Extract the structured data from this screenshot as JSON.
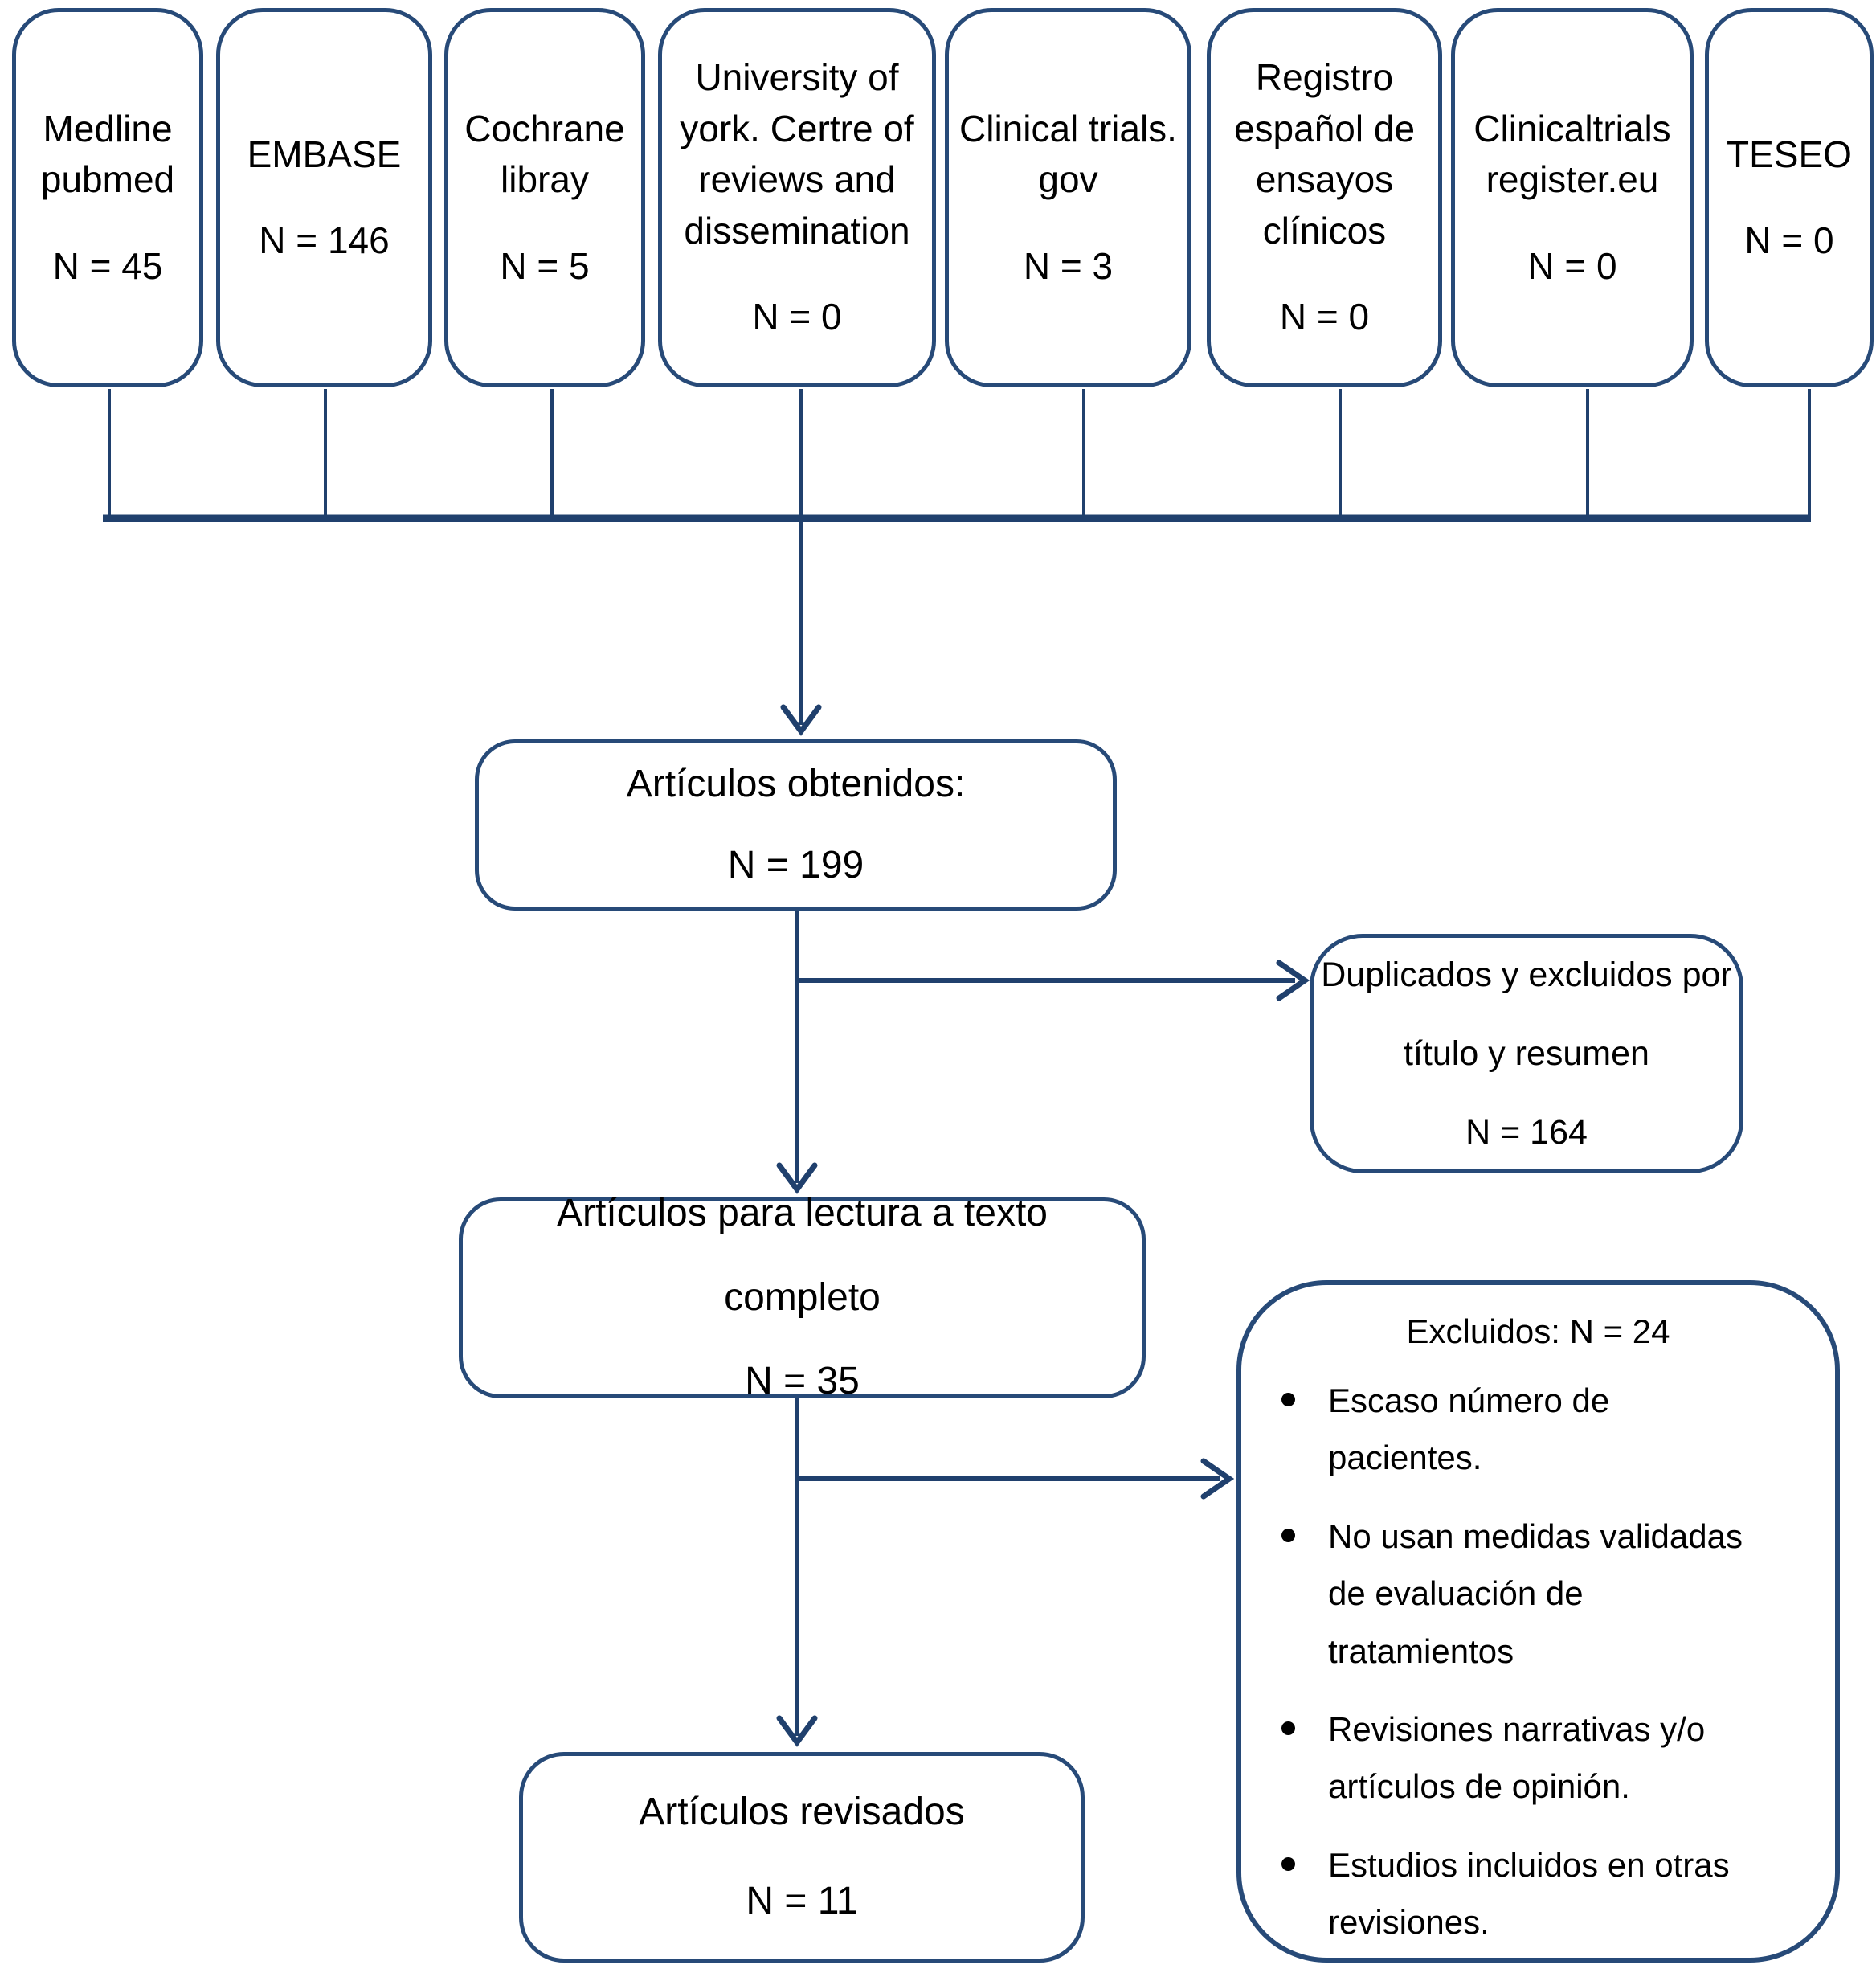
{
  "colors": {
    "box_border": "#274a78",
    "connector": "#20406d",
    "text": "#000000",
    "background": "#ffffff"
  },
  "sources": [
    {
      "label": "Medline pubmed",
      "n": "N = 45"
    },
    {
      "label": "EMBASE",
      "n": "N = 146"
    },
    {
      "label": "Cochrane libray",
      "n": "N = 5"
    },
    {
      "label": "University of york. Certre of reviews and dissemination",
      "n": "N = 0"
    },
    {
      "label": "Clinical trials. gov",
      "n": "N = 3"
    },
    {
      "label": "Registro español de ensayos clínicos",
      "n": "N = 0"
    },
    {
      "label": "Clinicaltrials register.eu",
      "n": "N = 0"
    },
    {
      "label": "TESEO",
      "n": "N = 0"
    }
  ],
  "nodes": {
    "obtained": {
      "title": "Artículos obtenidos:",
      "n": "N = 199"
    },
    "duplicates": {
      "lines": [
        "Duplicados y excluidos por",
        "título y resumen"
      ],
      "n": "N = 164"
    },
    "fulltext": {
      "lines": [
        "Artículos para lectura a texto",
        "completo"
      ],
      "n": "N = 35"
    },
    "reviewed": {
      "title": "Artículos revisados",
      "n": "N = 11"
    },
    "excluded": {
      "header": "Excluidos: N = 24",
      "bullets": [
        {
          "lines": [
            "Escaso número de",
            "pacientes."
          ]
        },
        {
          "lines": [
            "No usan medidas validadas",
            "de evaluación de",
            "tratamientos"
          ]
        },
        {
          "lines": [
            "Revisiones narrativas y/o",
            "artículos de opinión."
          ]
        },
        {
          "lines": [
            "Estudios incluidos en otras",
            "revisiones."
          ]
        }
      ]
    }
  }
}
